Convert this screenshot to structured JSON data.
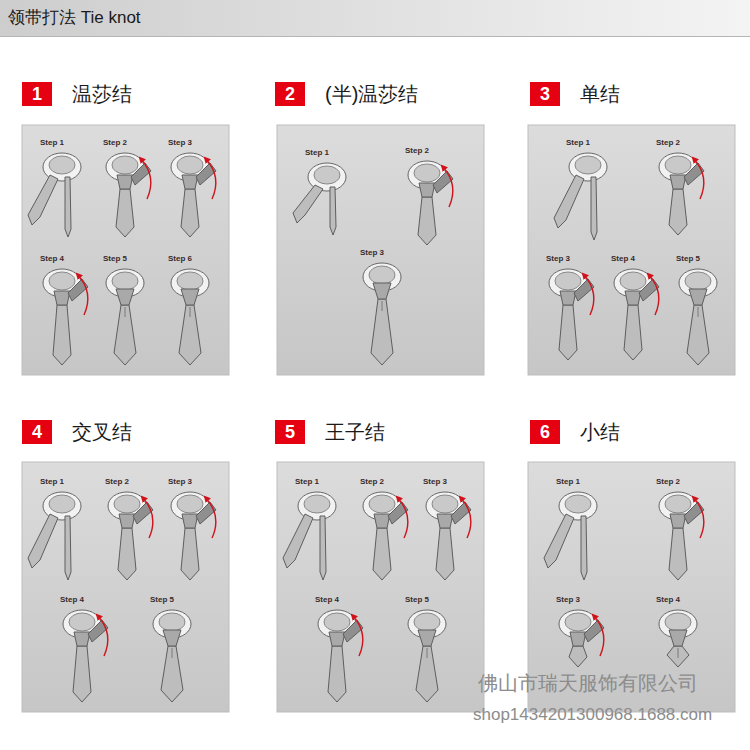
{
  "diagram": {
    "title": "领带打法 Tie knot",
    "nodes": [
      {
        "text": [
          "1",
          "温莎结"
        ]
      },
      {
        "text": [
          "2",
          "(半)温莎结"
        ]
      },
      {
        "text": [
          "3",
          "单结"
        ]
      },
      {
        "text": [
          "4",
          "交叉结"
        ]
      },
      {
        "text": [
          "5",
          "王子结"
        ]
      },
      {
        "text": [
          "6",
          "小结"
        ]
      }
    ],
    "labels": [
      "Step 1",
      "Step 2",
      "Step 3",
      "Step 4",
      "Step 5",
      "Step 6",
      "Step 1",
      "Step 2",
      "Step 3",
      "Step 1",
      "Step 2",
      "Step 3",
      "Step 4",
      "Step 5",
      "Step 1",
      "Step 2",
      "Step 3",
      "Step 4",
      "Step 5",
      "Step 1",
      "Step 2",
      "Step 3",
      "Step 4",
      "Step 5",
      "Step 1",
      "Step 2",
      "Step 3",
      "Step 4",
      "佛山市瑞天服饰有限公司",
      "shop1434201300968.1688.com"
    ]
  }
}
